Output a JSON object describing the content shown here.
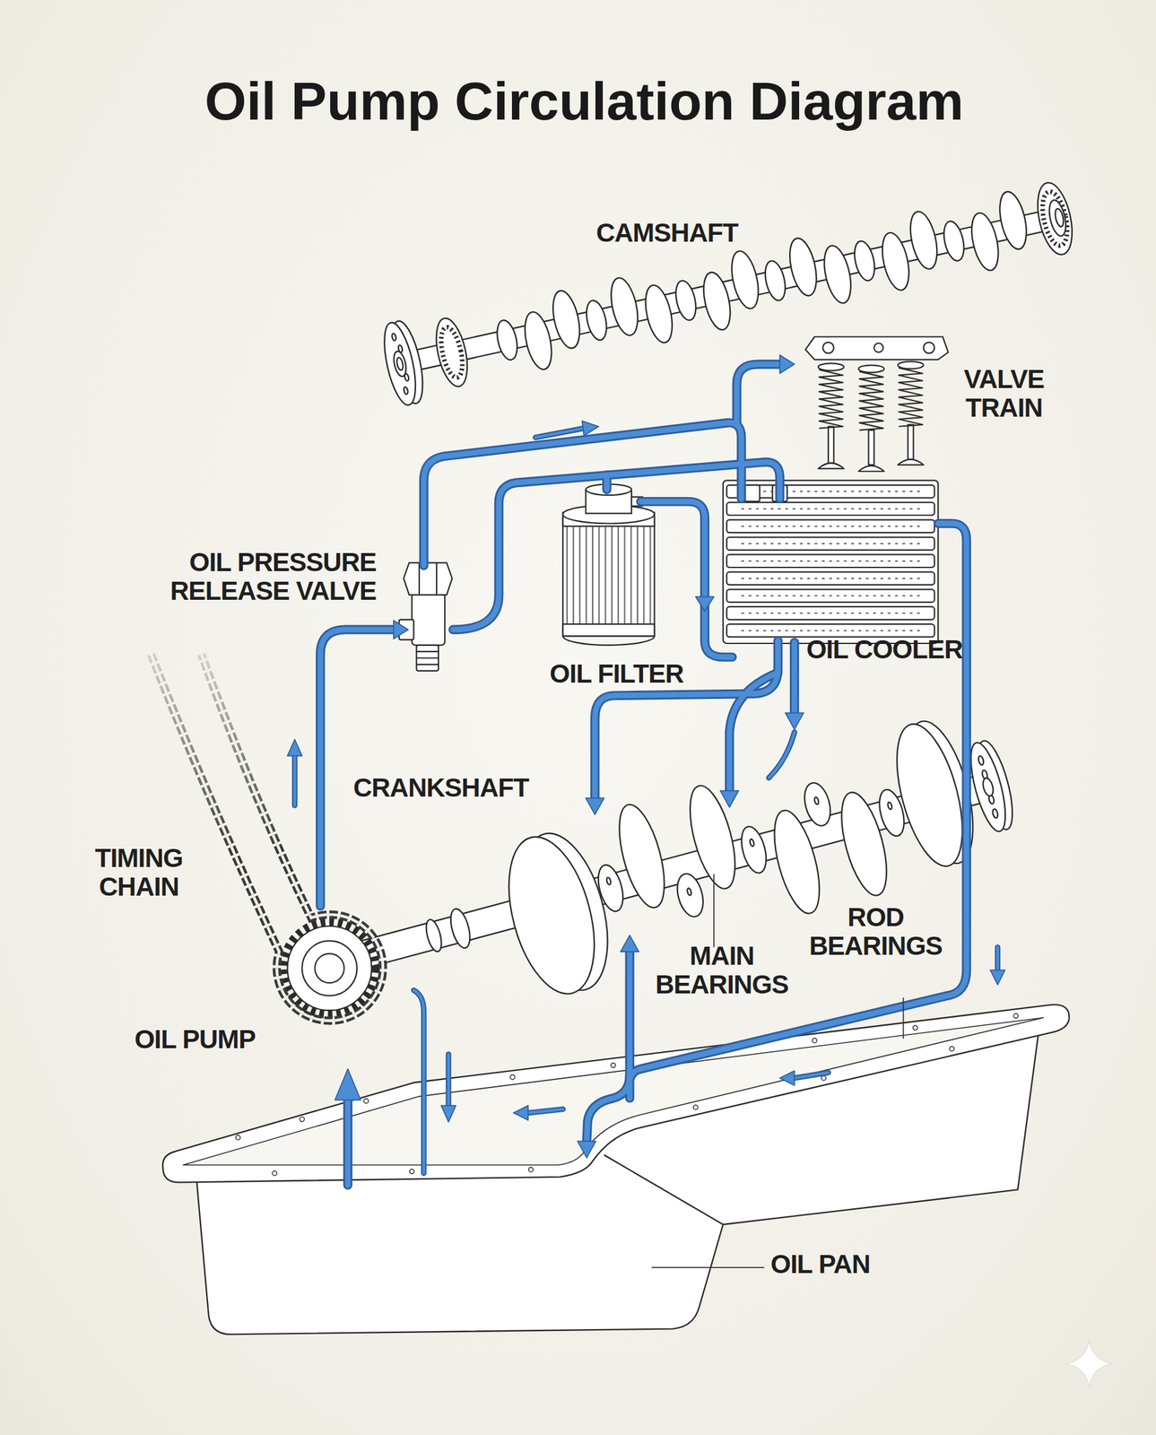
{
  "diagram": {
    "title": "Oil Pump Circulation Diagram",
    "labels": [
      "CAMSHAFT",
      "VALVE TRAIN",
      "OIL PRESSURE RELEASE VALVE",
      "OIL FILTER",
      "OIL COOLER",
      "CRANKSHAFT",
      "TIMING CHAIN",
      "ROD BEARINGS",
      "MAIN BEARINGS",
      "OIL PUMP",
      "OIL PAN"
    ]
  }
}
